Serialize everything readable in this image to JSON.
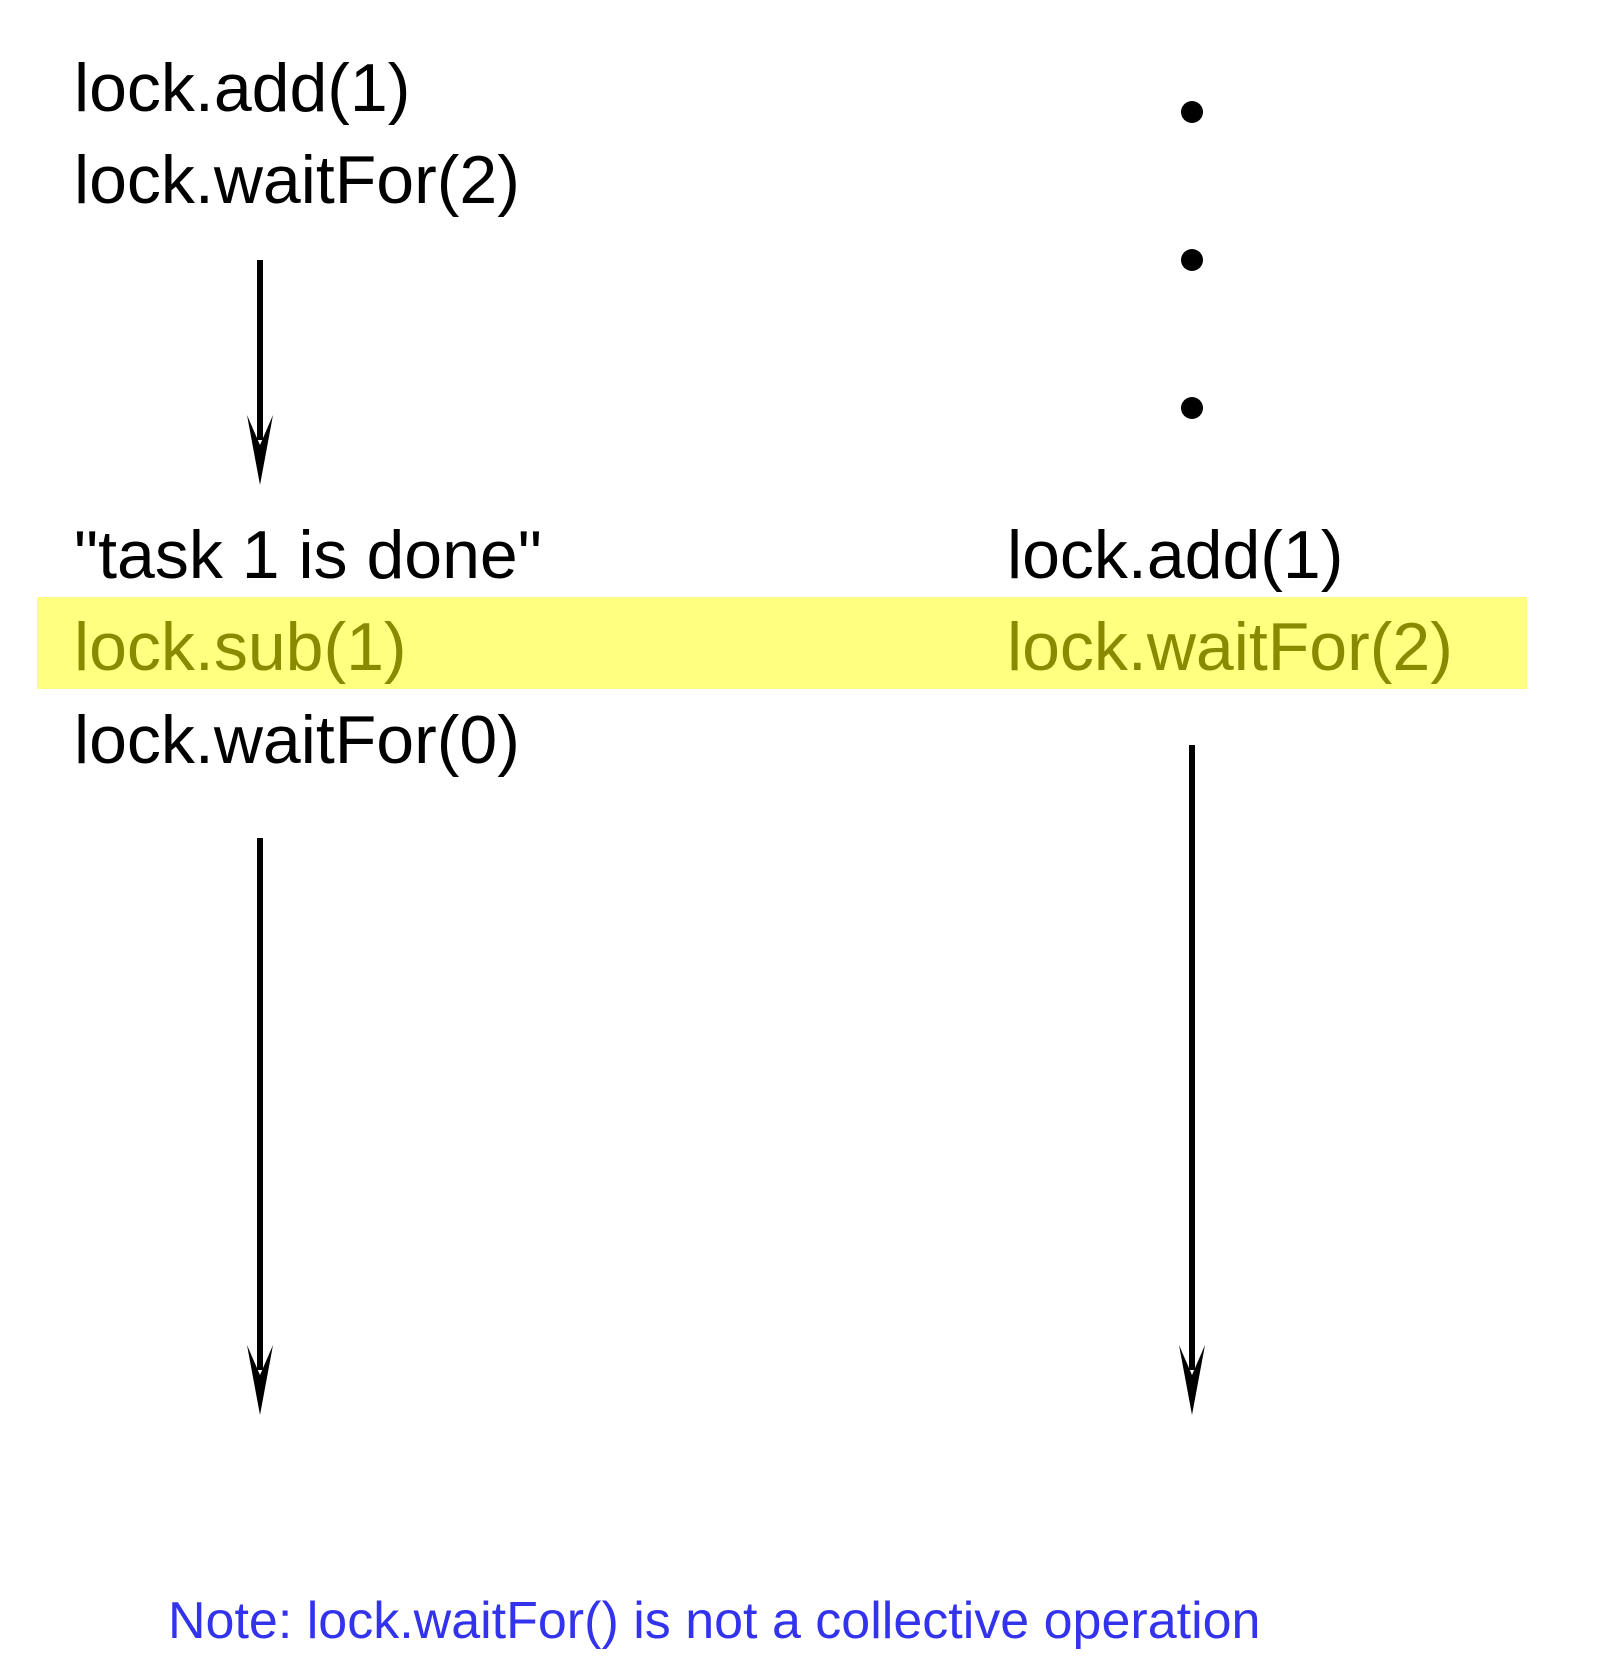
{
  "colors": {
    "text": "#000000",
    "highlight_band": "#ffff80",
    "highlight_text": "#8a8a00",
    "note_text": "#3333ee",
    "arrow": "#000000"
  },
  "left_column": {
    "line1": "lock.add(1)",
    "line2": "lock.waitFor(2)",
    "line3": "\"task 1 is done\"",
    "line4_highlighted": "lock.sub(1)",
    "line5": "lock.waitFor(0)"
  },
  "right_column": {
    "ellipsis_dots": 3,
    "line1": "lock.add(1)",
    "line2_highlighted": "lock.waitFor(2)"
  },
  "note": "Note: lock.waitFor() is not a collective operation"
}
